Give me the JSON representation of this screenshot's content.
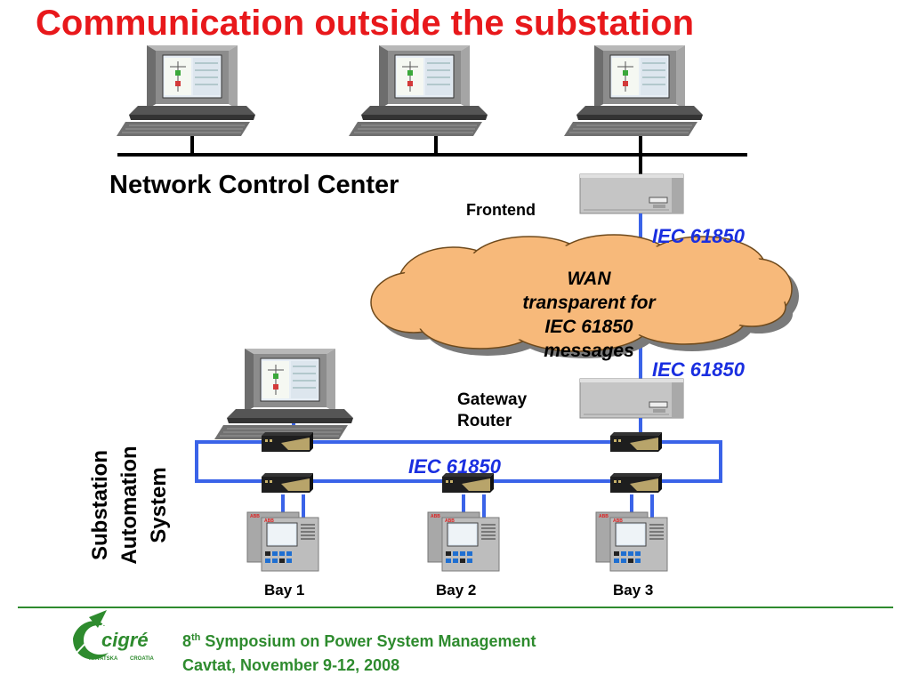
{
  "title": "Communication outside the substation",
  "network_control_center": "Network Control Center",
  "frontend": "Frontend",
  "iec_top": "IEC 61850",
  "wan": {
    "line1": "WAN",
    "line2": "transparent for",
    "line3": "IEC 61850",
    "line4": "messages"
  },
  "iec_mid": "IEC 61850",
  "gateway": {
    "line1": "Gateway",
    "line2": "Router"
  },
  "iec_lan": "IEC 61850",
  "sas": {
    "line1": "Substation",
    "line2": "Automation",
    "line3": "System"
  },
  "bays": [
    "Bay 1",
    "Bay 2",
    "Bay 3"
  ],
  "logo": {
    "name": "cigré",
    "sub_left": "HRVATSKA",
    "sub_right": "CROATIA"
  },
  "footer": {
    "symposium_num": "8",
    "symposium_sup": "th",
    "symposium_rest": " Symposium on Power System Management",
    "line2": "Cavtat, November 9-12, 2008"
  },
  "colors": {
    "title": "#e8181b",
    "iec": "#1a2fe0",
    "link": "#3a63e8",
    "cloud": "#f7b97a",
    "footer": "#2e8b2e"
  }
}
